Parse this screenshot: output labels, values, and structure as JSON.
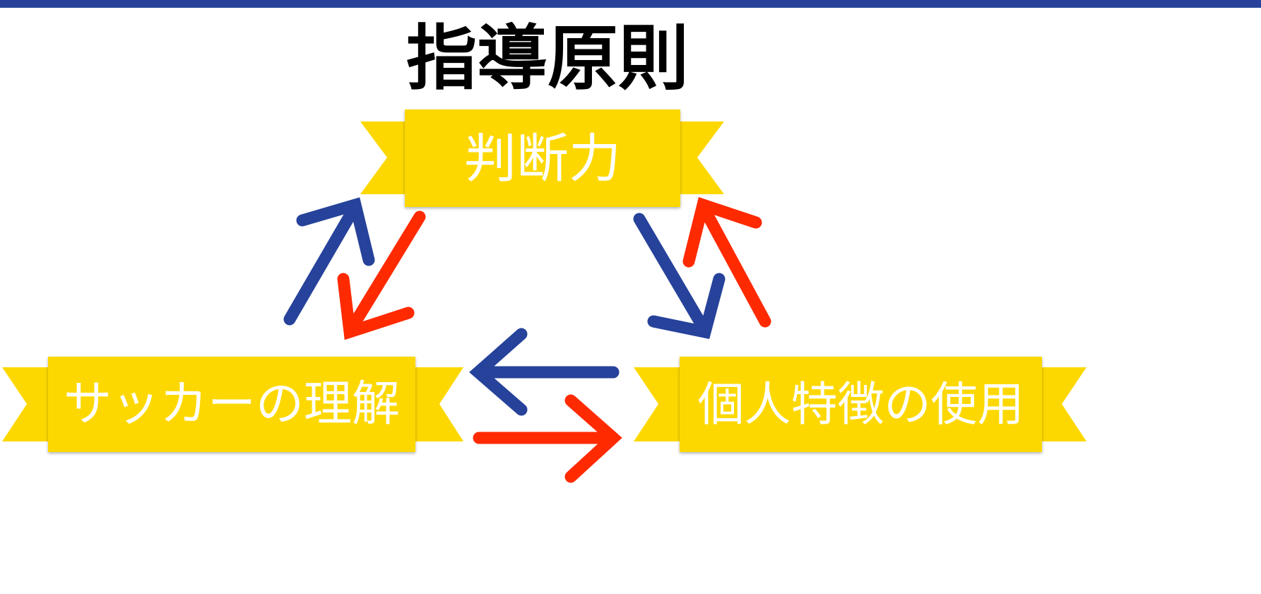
{
  "title": "指導原則",
  "nodes": {
    "top": "判断力",
    "left": "サッカーの理解",
    "right": "個人特徴の使用"
  },
  "colors": {
    "bar": "#26429a",
    "ribbon": "#fdd800",
    "blue": "#26429a",
    "red": "#ff2a00"
  }
}
